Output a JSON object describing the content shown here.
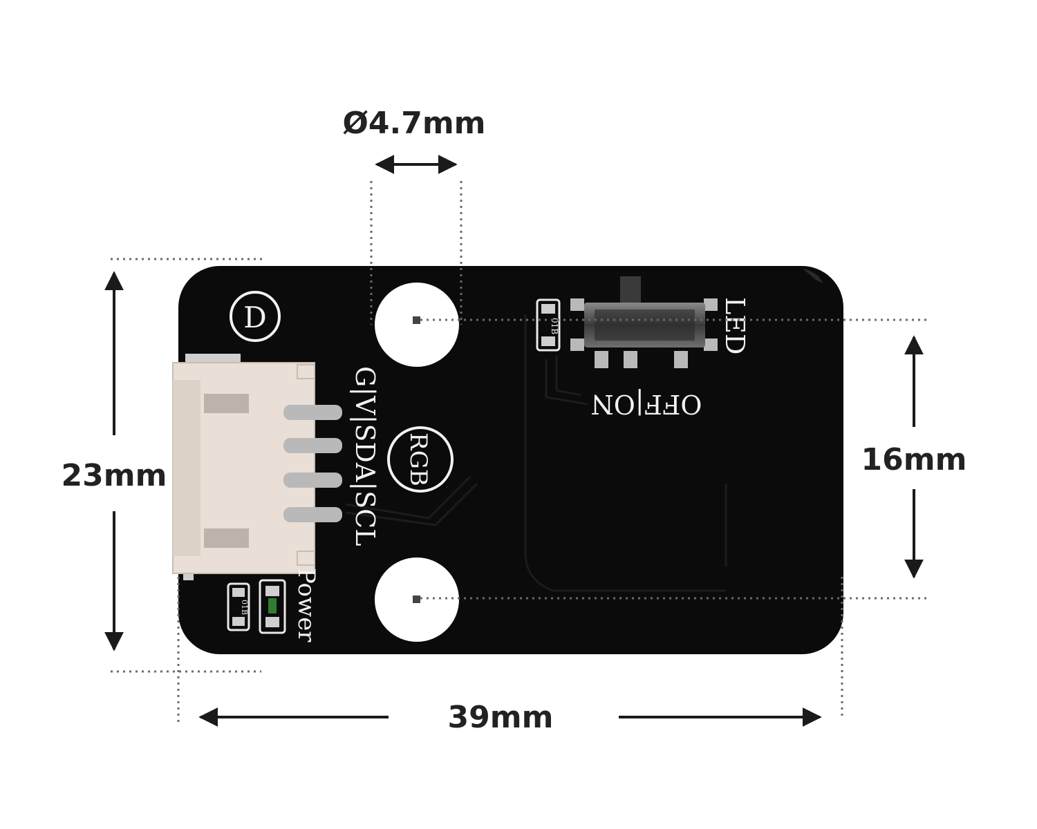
{
  "dimensions": {
    "hole_diameter": "Ø4.7mm",
    "height": "23mm",
    "hole_spacing": "16mm",
    "width": "39mm"
  },
  "board": {
    "pin_labels": "G|V|SDA|SCL",
    "module_badge": "RGB",
    "corner_badge": "D",
    "led_label": "LED",
    "switch_label": "OFF|ON",
    "power_label": "Power",
    "resistor_code": "01B"
  },
  "colors": {
    "pcb": "#0b0b0b",
    "connector": "#e9dfd6",
    "silkscreen": "#f2f2f2",
    "pad": "#b9b9b9",
    "dimension": "#1a1a1a"
  }
}
